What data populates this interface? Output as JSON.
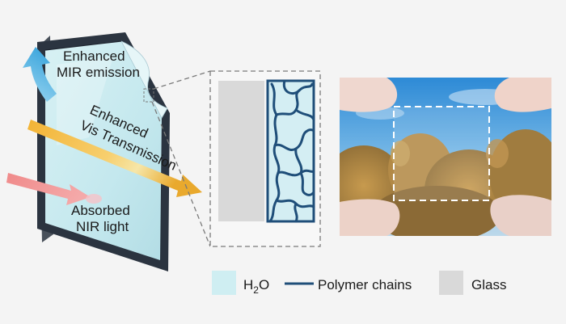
{
  "labels": {
    "mir": [
      "Enhanced",
      "MIR emission"
    ],
    "vis": [
      "Enhanced",
      "Vis Transmission"
    ],
    "nir": [
      "Absorbed",
      "NIR light"
    ]
  },
  "legend": {
    "h2o_main": "H",
    "h2o_sub": "2",
    "h2o_tail": "O",
    "polymer": "Polymer chains",
    "glass": "Glass"
  },
  "colors": {
    "h2o": "#cfeef2",
    "polymer": "#1f4e79",
    "glass": "#d9d9d9",
    "frame": "#2b3440",
    "mir_arrow": "#5fb8e0",
    "vis_arrow": "#f0b43a",
    "nir_arrow": "#ee8a8a"
  }
}
